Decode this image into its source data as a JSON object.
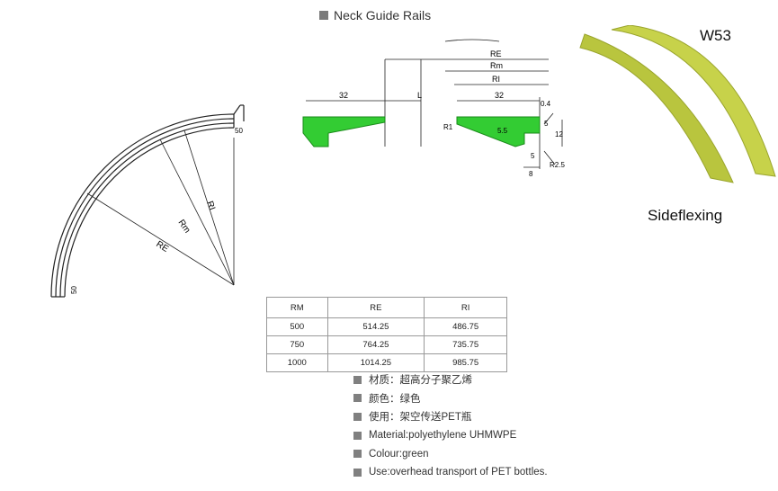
{
  "header": {
    "title": "Neck Guide Rails"
  },
  "product": {
    "code": "W53",
    "label": "Sideflexing"
  },
  "drawing": {
    "curve_labels": {
      "re": "RE",
      "rm": "Rm",
      "ri": "RI",
      "width_top": "50",
      "width_bottom": "50"
    },
    "profile_labels": {
      "re": "RE",
      "rm": "Rm",
      "ri": "RI",
      "l": "L",
      "w_left": "32",
      "w_right": "32",
      "d04": "0.4",
      "d5a": "5",
      "d12": "12",
      "d5b": "5",
      "d8": "8",
      "r1": "R1",
      "r25": "R2.5",
      "d55": "5.5"
    }
  },
  "table": {
    "headers": [
      "RM",
      "RE",
      "RI"
    ],
    "rows": [
      [
        "500",
        "514.25",
        "486.75"
      ],
      [
        "750",
        "764.25",
        "735.75"
      ],
      [
        "1000",
        "1014.25",
        "985.75"
      ]
    ]
  },
  "specs": [
    "材质：超高分子聚乙烯",
    "颜色：绿色",
    "使用：架空传送PET瓶",
    "Material:polyethylene UHMWPE",
    "Colour:green",
    "Use:overhead transport of PET bottles."
  ],
  "colors": {
    "rail_green": "#33cc33",
    "photo_rail": "#b9c53e",
    "bullet": "#808080"
  }
}
